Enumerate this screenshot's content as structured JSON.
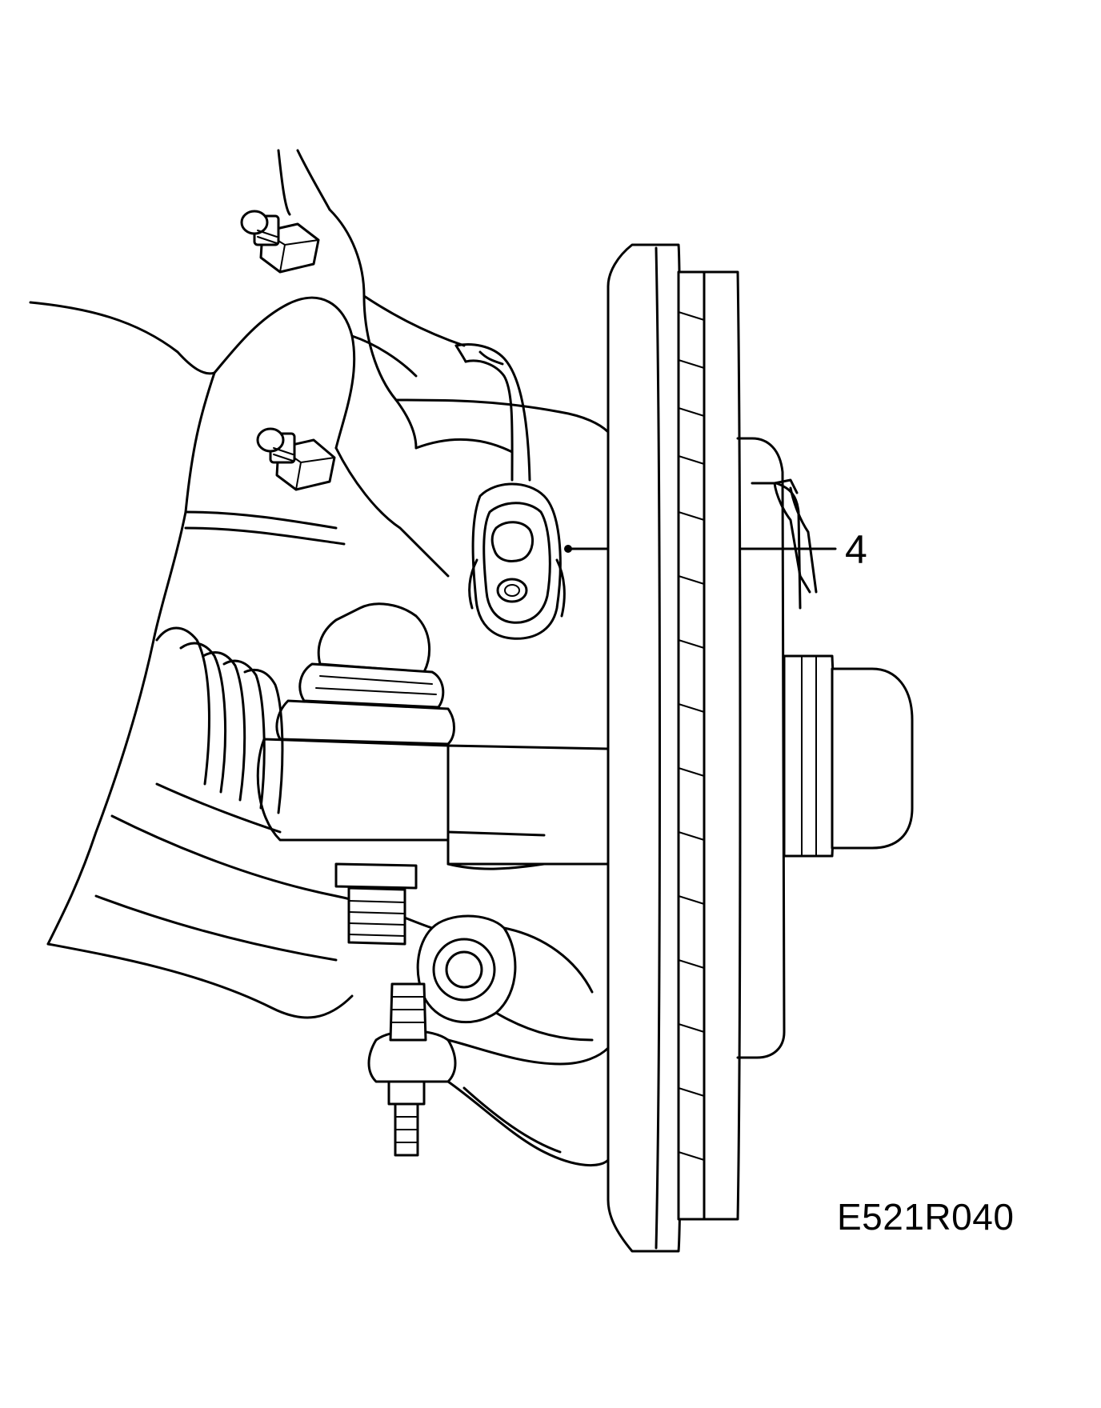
{
  "callouts": [
    {
      "id": "4",
      "text": "4"
    }
  ],
  "figure_code": "E521R040",
  "colors": {
    "ink": "#000000",
    "paper": "#ffffff"
  }
}
